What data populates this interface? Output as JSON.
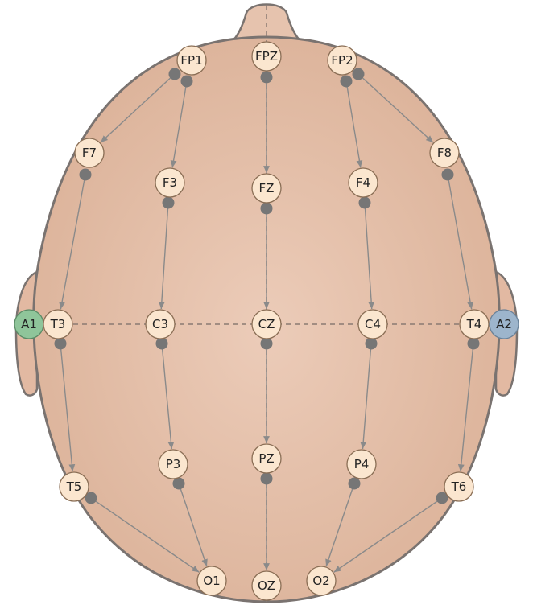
{
  "colors": {
    "skin": "#e2b9a2",
    "skin_light": "#ecccb9",
    "outline": "#7a7370",
    "electrode_fill": "#fbe6cf",
    "electrode_stroke": "#8a6e55",
    "ref_left": "#8fc59a",
    "ref_right": "#9db5cc",
    "dot": "#767676",
    "arrow": "#8a8a8a"
  },
  "electrodes": [
    {
      "id": "FP1",
      "label": "FP1"
    },
    {
      "id": "FPZ",
      "label": "FPZ"
    },
    {
      "id": "FP2",
      "label": "FP2"
    },
    {
      "id": "F7",
      "label": "F7"
    },
    {
      "id": "F3",
      "label": "F3"
    },
    {
      "id": "FZ",
      "label": "FZ"
    },
    {
      "id": "F4",
      "label": "F4"
    },
    {
      "id": "F8",
      "label": "F8"
    },
    {
      "id": "A1",
      "label": "A1"
    },
    {
      "id": "T3",
      "label": "T3"
    },
    {
      "id": "C3",
      "label": "C3"
    },
    {
      "id": "CZ",
      "label": "CZ"
    },
    {
      "id": "C4",
      "label": "C4"
    },
    {
      "id": "T4",
      "label": "T4"
    },
    {
      "id": "A2",
      "label": "A2"
    },
    {
      "id": "T5",
      "label": "T5"
    },
    {
      "id": "P3",
      "label": "P3"
    },
    {
      "id": "PZ",
      "label": "PZ"
    },
    {
      "id": "P4",
      "label": "P4"
    },
    {
      "id": "T6",
      "label": "T6"
    },
    {
      "id": "O1",
      "label": "O1"
    },
    {
      "id": "OZ",
      "label": "OZ"
    },
    {
      "id": "O2",
      "label": "O2"
    }
  ],
  "connections": [
    [
      "FP1",
      "F7"
    ],
    [
      "F7",
      "T3"
    ],
    [
      "T3",
      "T5"
    ],
    [
      "T5",
      "O1"
    ],
    [
      "FP1",
      "F3"
    ],
    [
      "F3",
      "C3"
    ],
    [
      "C3",
      "P3"
    ],
    [
      "P3",
      "O1"
    ],
    [
      "FPZ",
      "FZ"
    ],
    [
      "FZ",
      "CZ"
    ],
    [
      "CZ",
      "PZ"
    ],
    [
      "PZ",
      "OZ"
    ],
    [
      "FP2",
      "F4"
    ],
    [
      "F4",
      "C4"
    ],
    [
      "C4",
      "P4"
    ],
    [
      "P4",
      "O2"
    ],
    [
      "FP2",
      "F8"
    ],
    [
      "F8",
      "T4"
    ],
    [
      "T4",
      "T6"
    ],
    [
      "T6",
      "O2"
    ]
  ]
}
